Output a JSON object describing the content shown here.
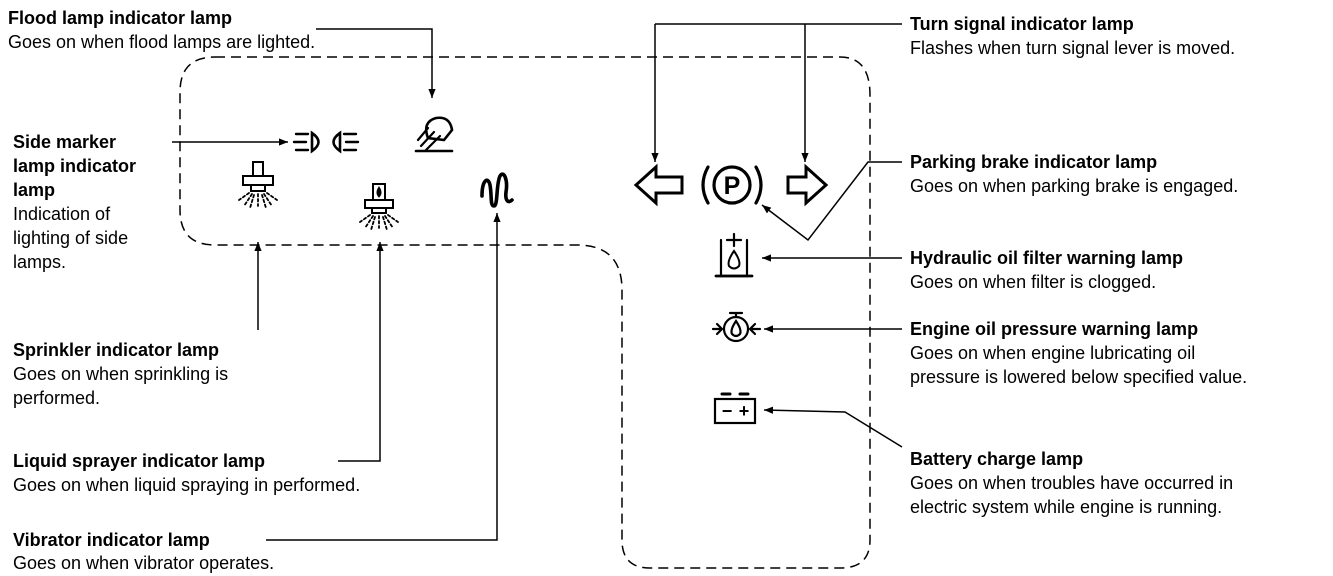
{
  "labels": {
    "flood": {
      "title": "Flood lamp indicator lamp",
      "desc": "Goes on when flood lamps are lighted."
    },
    "side_marker": {
      "title_lines": [
        "Side marker",
        "lamp indicator",
        "lamp"
      ],
      "desc_lines": [
        "Indication of",
        "lighting of side",
        "lamps."
      ]
    },
    "sprinkler": {
      "title": "Sprinkler indicator lamp",
      "desc_lines": [
        "Goes on when sprinkling is",
        "performed."
      ]
    },
    "liquid_sprayer": {
      "title": "Liquid sprayer indicator lamp",
      "desc": "Goes on when liquid spraying in performed."
    },
    "vibrator": {
      "title": "Vibrator indicator lamp",
      "desc": "Goes on when vibrator operates."
    },
    "turn_signal": {
      "title": "Turn signal indicator lamp",
      "desc": "Flashes when turn signal lever is moved."
    },
    "parking_brake": {
      "title": "Parking brake indicator lamp",
      "desc": "Goes on when parking brake is engaged."
    },
    "hydraulic_filter": {
      "title": "Hydraulic oil filter warning lamp",
      "desc": "Goes on when filter is clogged."
    },
    "engine_oil": {
      "title": "Engine oil pressure warning lamp",
      "desc_lines": [
        "Goes on when engine lubricating oil",
        "pressure is lowered below specified value."
      ]
    },
    "battery": {
      "title": "Battery charge lamp",
      "desc_lines": [
        "Goes on when troubles have occurred in",
        "electric system while engine is running."
      ]
    }
  },
  "icons": {
    "parking_brake_symbol": "P",
    "battery_minus": "−",
    "battery_plus": "+"
  }
}
